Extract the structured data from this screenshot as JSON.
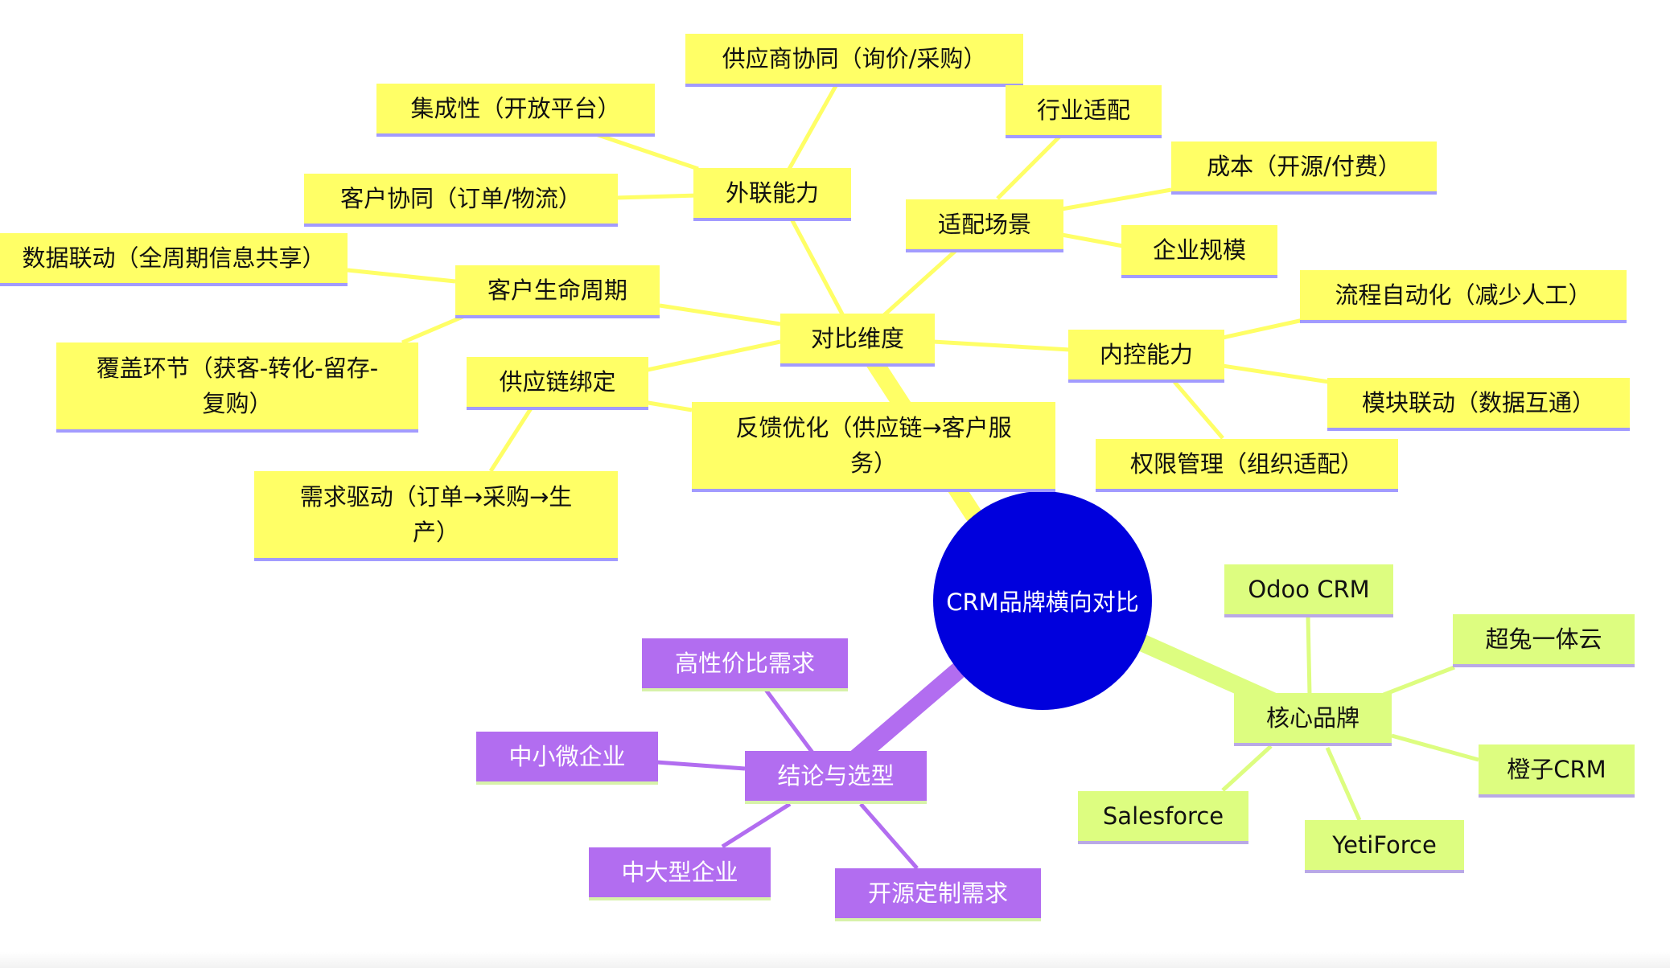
{
  "root": {
    "label": "CRM品牌横向对比"
  },
  "dimensions": {
    "label": "对比维度",
    "external": {
      "label": "外联能力",
      "supplier": "供应商协同（询价/采购）",
      "integration": "集成性（开放平台）",
      "customer_collab": "客户协同（订单/物流）"
    },
    "scenarios": {
      "label": "适配场景",
      "industry": "行业适配",
      "cost": "成本（开源/付费）",
      "scale": "企业规模"
    },
    "lifecycle": {
      "label": "客户生命周期",
      "data_link": "数据联动（全周期信息共享）",
      "coverage": "覆盖环节（获客-转化-留存-复购）"
    },
    "supply_chain": {
      "label": "供应链绑定",
      "demand": "需求驱动（订单→采购→生产）"
    },
    "feedback": {
      "label": "反馈优化（供应链→客户服务）"
    },
    "internal": {
      "label": "内控能力",
      "automation": "流程自动化（减少人工）",
      "module_link": "模块联动（数据互通）",
      "permission": "权限管理（组织适配）"
    }
  },
  "brands": {
    "label": "核心品牌",
    "odoo": "Odoo CRM",
    "chaotu": "超兔一体云",
    "chengzi": "橙子CRM",
    "yetiforce": "YetiForce",
    "salesforce": "Salesforce"
  },
  "conclusion": {
    "label": "结论与选型",
    "value": "高性价比需求",
    "smb": "中小微企业",
    "large": "中大型企业",
    "opensource": "开源定制需求"
  },
  "colors": {
    "root": "#0000dd",
    "yellow_branch": "#ffff66",
    "green_branch": "#ddfd80",
    "purple_branch": "#b26df0"
  }
}
